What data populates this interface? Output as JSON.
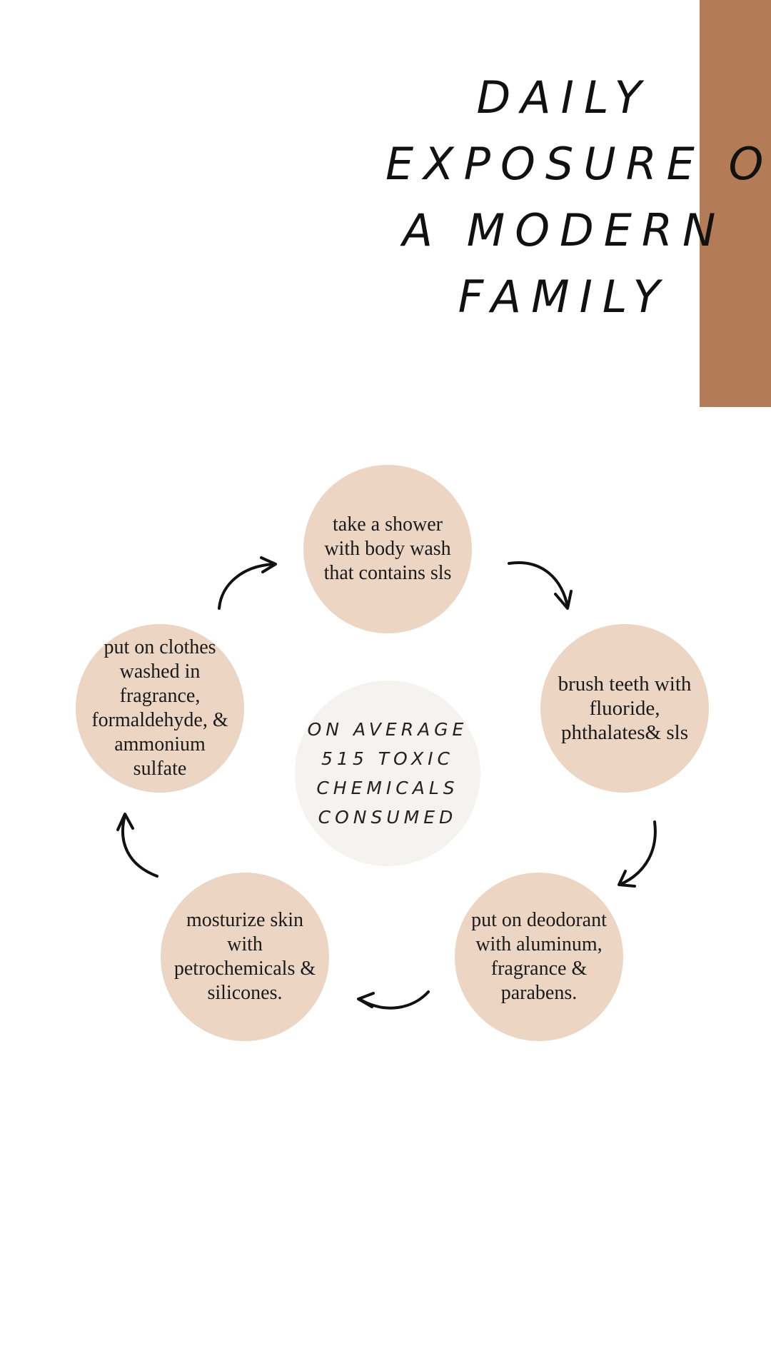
{
  "title": {
    "lines": [
      "DAILY",
      "EXPOSURE OF",
      "A MODERN",
      "FAMILY"
    ]
  },
  "colors": {
    "accent_bar": "#b37b56",
    "step_circle": "#ecd5c2",
    "center_circle": "#f4f3ef",
    "arrow": "#111111"
  },
  "center": {
    "lines": [
      "ON AVERAGE",
      "515 TOXIC",
      "CHEMICALS",
      "CONSUMED"
    ]
  },
  "steps": [
    {
      "text": "take a shower with body wash that contains sls"
    },
    {
      "text": "brush teeth with fluoride, phthalates& sls"
    },
    {
      "text": "put on deodorant with aluminum, fragrance & parabens."
    },
    {
      "text": "mosturize skin with petrochemicals & silicones."
    },
    {
      "text": "put on clothes washed in fragrance, formaldehyde, & ammonium sulfate"
    }
  ],
  "arrows": [
    {
      "icon": "curved-arrow-icon",
      "from": "step 1",
      "to": "step 2"
    },
    {
      "icon": "curved-arrow-icon",
      "from": "step 2",
      "to": "step 3"
    },
    {
      "icon": "curved-arrow-icon",
      "from": "step 3",
      "to": "step 4"
    },
    {
      "icon": "curved-arrow-icon",
      "from": "step 4",
      "to": "step 5"
    },
    {
      "icon": "curved-arrow-icon",
      "from": "step 5",
      "to": "step 1"
    }
  ]
}
